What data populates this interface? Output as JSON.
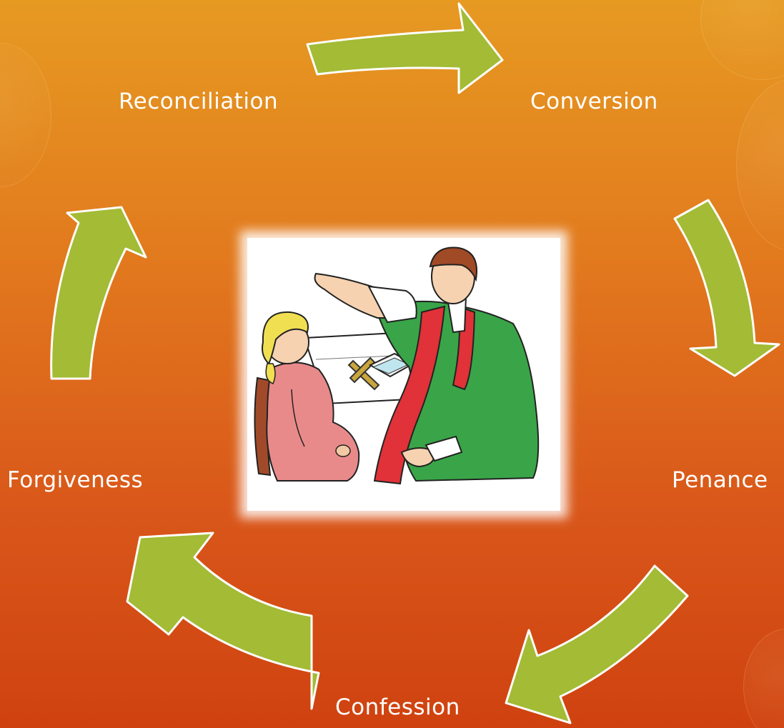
{
  "diagram": {
    "steps": [
      {
        "id": "reconciliation",
        "label": "Reconciliation"
      },
      {
        "id": "conversion",
        "label": "Conversion"
      },
      {
        "id": "penance",
        "label": "Penance"
      },
      {
        "id": "confession",
        "label": "Confession"
      },
      {
        "id": "forgiveness",
        "label": "Forgiveness"
      }
    ],
    "arrow_color": "#a3bb35",
    "arrow_outline": "#ffffff",
    "center_image": "priest-blessing-child-illustration"
  },
  "colors": {
    "background_top": "#e69a22",
    "background_bottom": "#cf4210",
    "label_text": "#ffffff"
  }
}
